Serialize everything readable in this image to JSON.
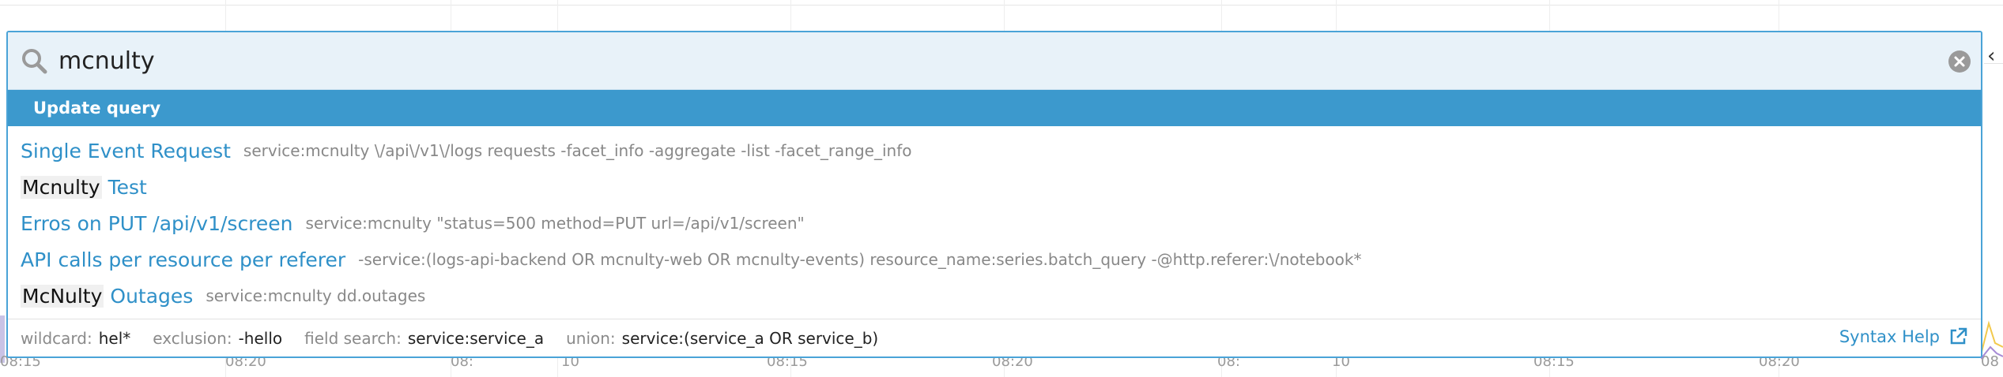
{
  "search": {
    "value": "mcnulty"
  },
  "update_query_label": "Update query",
  "suggestions": [
    {
      "title": "Single Event Request",
      "query": "service:mcnulty \\/api\\/v1\\/logs requests -facet_info -aggregate -list -facet_range_info"
    },
    {
      "highlight": "Mcnulty",
      "rest": "Test"
    },
    {
      "title": "Erros on PUT /api/v1/screen",
      "query": "service:mcnulty \"status=500 method=PUT url=/api/v1/screen\""
    },
    {
      "title": "API calls per resource per referer",
      "query": "-service:(logs-api-backend OR mcnulty-web OR mcnulty-events) resource_name:series.batch_query -@http.referer:\\/notebook*"
    },
    {
      "highlight": "McNulty",
      "rest": "Outages",
      "query": "service:mcnulty dd.outages"
    }
  ],
  "footer": {
    "hints": [
      {
        "label": "wildcard:",
        "value": "hel*"
      },
      {
        "label": "exclusion:",
        "value": "-hello"
      },
      {
        "label": "field search:",
        "value": "service:service_a"
      },
      {
        "label": "union:",
        "value": "service:(service_a OR service_b)"
      }
    ],
    "syntax_help": "Syntax Help"
  },
  "background_ticks": [
    "08:15",
    "08:20",
    "08:",
    "10",
    "08:15",
    "08:20",
    "08:",
    "10",
    "08:15",
    "08:20",
    "08"
  ],
  "icons": {
    "search": "search-icon",
    "clear": "clear-icon",
    "external": "external-link-icon",
    "collapse": "chevron-left-icon"
  },
  "colors": {
    "accent": "#3c99cd",
    "link": "#2f90c8",
    "border": "#4aa3d7"
  }
}
